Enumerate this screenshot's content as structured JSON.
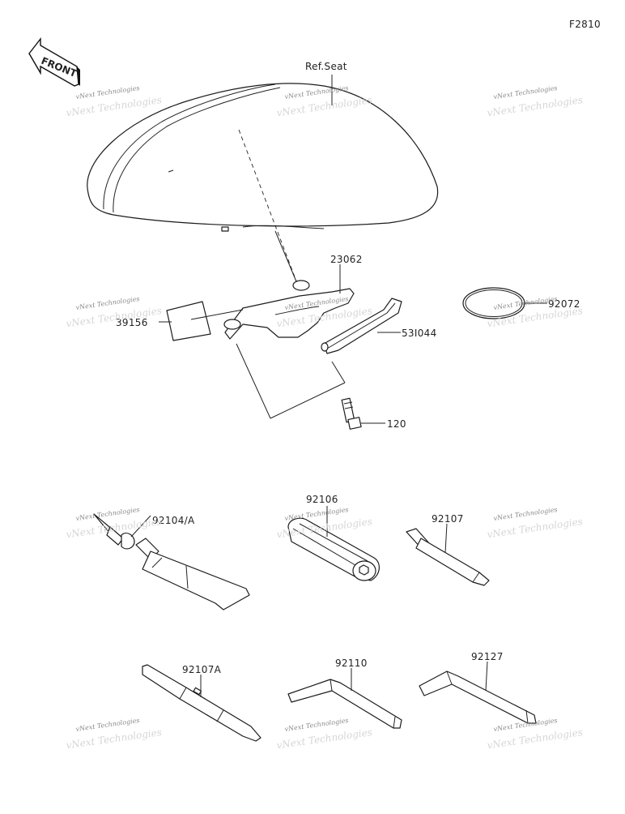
{
  "figure_code": "F2810",
  "front_label": "FRONT",
  "watermark": {
    "company": "vNext Technologies",
    "logo": "vNext Technologies"
  },
  "labels": {
    "seat": "Ref.Seat",
    "bracket": "23062",
    "label_plate": "39156",
    "strap": "53I044",
    "ring": "92072",
    "bolt": "120",
    "gauge_tube": "92104/A",
    "socket": "92106",
    "driver": "92107",
    "driver_a": "92107A",
    "hex_wrench_1": "92110",
    "hex_wrench_2": "92127"
  }
}
